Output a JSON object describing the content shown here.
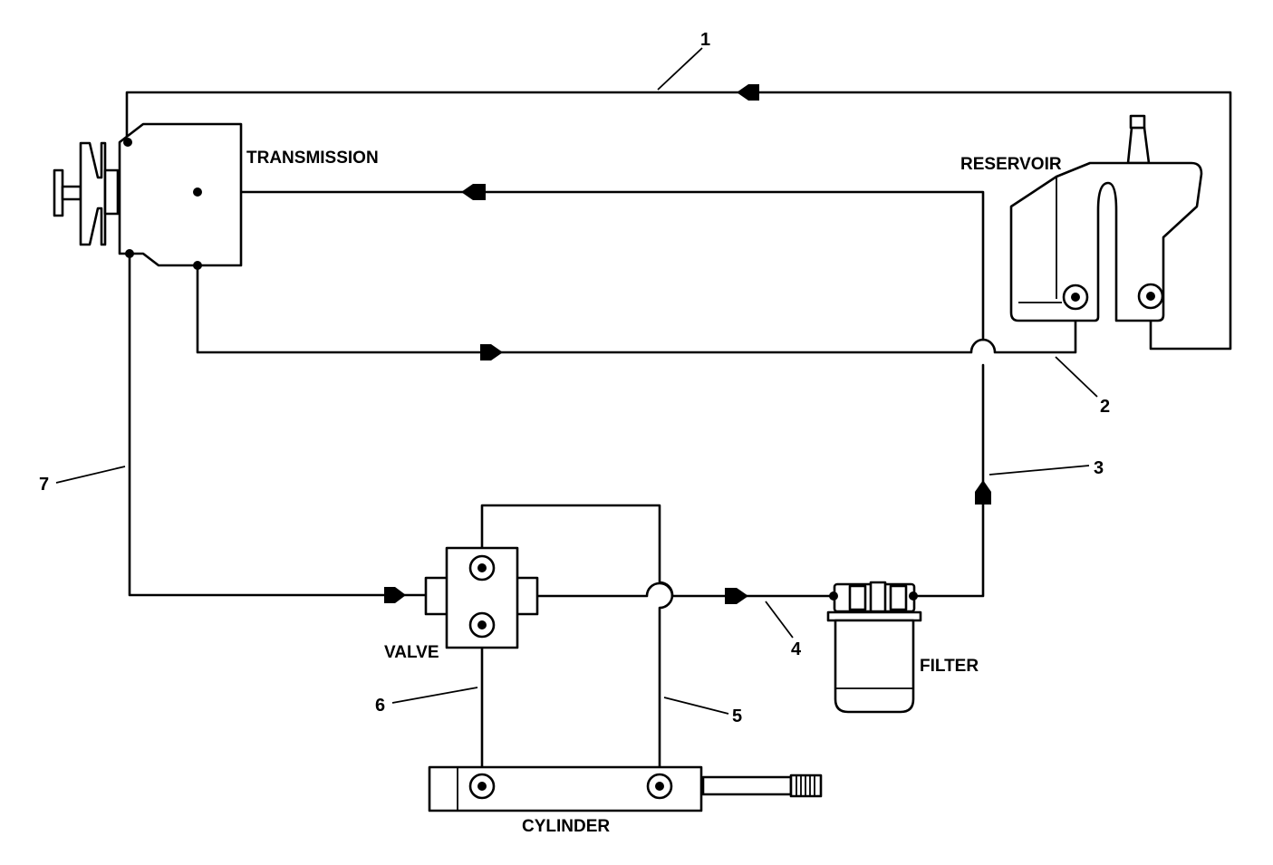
{
  "components": {
    "transmission": "TRANSMISSION",
    "reservoir": "RESERVOIR",
    "valve": "VALVE",
    "filter": "FILTER",
    "cylinder": "CYLINDER"
  },
  "callouts": {
    "line_1": "1",
    "line_2": "2",
    "line_3": "3",
    "line_4": "4",
    "line_5": "5",
    "line_6": "6",
    "line_7": "7"
  }
}
